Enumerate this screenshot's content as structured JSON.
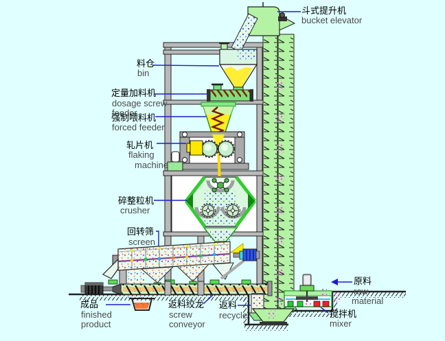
{
  "diagram": {
    "type": "process-flow-diagram",
    "background": "#E0FFFF",
    "leader_color": "#1E1ECC",
    "equipment_green": "#B4F2A4",
    "material_yellow": "#FFEE22",
    "labels": {
      "bucket_elevator": {
        "zh": "斗式提升机",
        "en": "bucket elevator"
      },
      "bin": {
        "zh": "料仓",
        "en": "bin"
      },
      "dosage_feeder": {
        "zh": "定量加料机",
        "en_line1": "dosage screw",
        "en_line2": "feeder"
      },
      "forced_feeder": {
        "zh": "强制喂料机",
        "en": "forced feeder"
      },
      "flaking_machine": {
        "zh": "轧片机",
        "en_line1": "flaking",
        "en_line2": "machine"
      },
      "crusher": {
        "zh": "碎整粒机",
        "en": "crusher"
      },
      "screen": {
        "zh": "回转筛",
        "en": "screen"
      },
      "finished_product": {
        "zh": "成品",
        "en_line1": "finished",
        "en_line2": "product"
      },
      "screw_conveyor": {
        "zh": "返料绞龙",
        "en_line1": "screw",
        "en_line2": "conveyor"
      },
      "recycle": {
        "zh": "返料",
        "en": "recycle"
      },
      "mixer": {
        "zh": "搅拌机",
        "en": "mixer"
      },
      "raw_material": {
        "zh": "原料",
        "en_line1": "raw",
        "en_line2": "material"
      }
    }
  }
}
